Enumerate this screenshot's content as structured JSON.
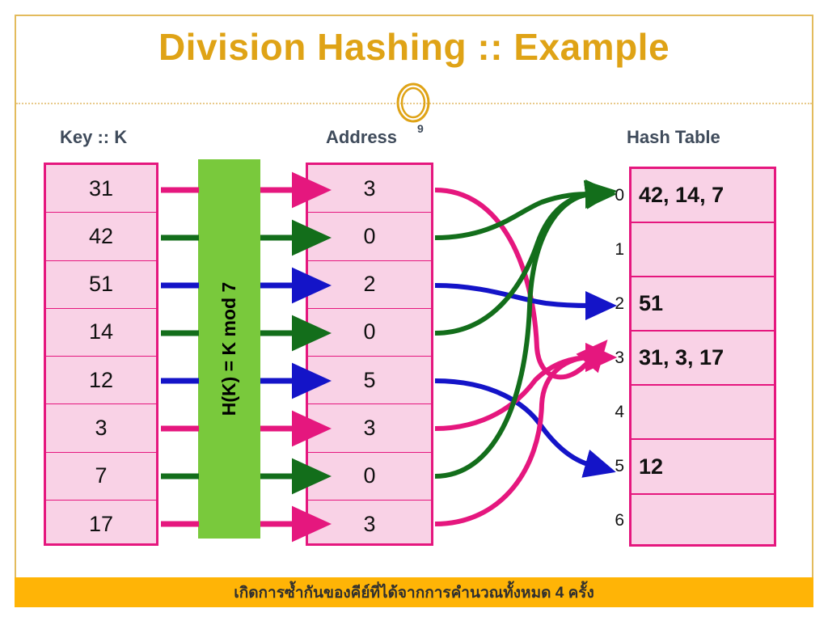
{
  "slide": {
    "title": "Division Hashing :: Example",
    "footer_note": "เกิดการซ้ำกันของคีย์ที่ได้จากการคำนวณทั้งหมด 4 ครั้ง"
  },
  "colors": {
    "title_gold": "#dfa316",
    "frame_gold": "#e3bb5c",
    "divider_gold": "#e8c98a",
    "box_fill_pink": "#f9d2e6",
    "box_border_pink": "#e5177e",
    "hash_fn_green": "#79c93c",
    "footer_orange": "#ffb406",
    "header_text_slate": "#3f4b5b",
    "arrow_pink": "#e5177e",
    "arrow_green": "#136e1b",
    "arrow_blue": "#1414c8"
  },
  "headers": {
    "key": "Key :: K",
    "address": "Address",
    "address_superscript": "9",
    "hash_table": "Hash Table"
  },
  "hash_function": {
    "label": "H(K) = K mod 7",
    "modulus": 7
  },
  "keys": {
    "items": [
      {
        "key": "31",
        "address": "3",
        "color": "pink"
      },
      {
        "key": "42",
        "address": "0",
        "color": "green"
      },
      {
        "key": "51",
        "address": "2",
        "color": "blue"
      },
      {
        "key": "14",
        "address": "0",
        "color": "green"
      },
      {
        "key": "12",
        "address": "5",
        "color": "blue"
      },
      {
        "key": "3",
        "address": "3",
        "color": "pink"
      },
      {
        "key": "7",
        "address": "0",
        "color": "green"
      },
      {
        "key": "17",
        "address": "3",
        "color": "pink"
      }
    ]
  },
  "hash_table": {
    "slots": [
      {
        "index": "0",
        "contents": "42, 14, 7"
      },
      {
        "index": "1",
        "contents": ""
      },
      {
        "index": "2",
        "contents": "51"
      },
      {
        "index": "3",
        "contents": "31, 3, 17"
      },
      {
        "index": "4",
        "contents": ""
      },
      {
        "index": "5",
        "contents": "12"
      },
      {
        "index": "6",
        "contents": ""
      }
    ]
  },
  "chart_data": {
    "type": "diagram",
    "title": "Division Hashing :: Example",
    "description": "Division hashing mapping keys to hash table buckets via H(K) = K mod 7",
    "keys": [
      "31",
      "42",
      "51",
      "14",
      "12",
      "3",
      "7",
      "17"
    ],
    "addresses": [
      "3",
      "0",
      "2",
      "0",
      "5",
      "3",
      "0",
      "3"
    ],
    "buckets": {
      "0": [
        "42",
        "14",
        "7"
      ],
      "1": [],
      "2": [
        "51"
      ],
      "3": [
        "31",
        "3",
        "17"
      ],
      "4": [],
      "5": [
        "12"
      ],
      "6": []
    },
    "collision_count": 4
  }
}
